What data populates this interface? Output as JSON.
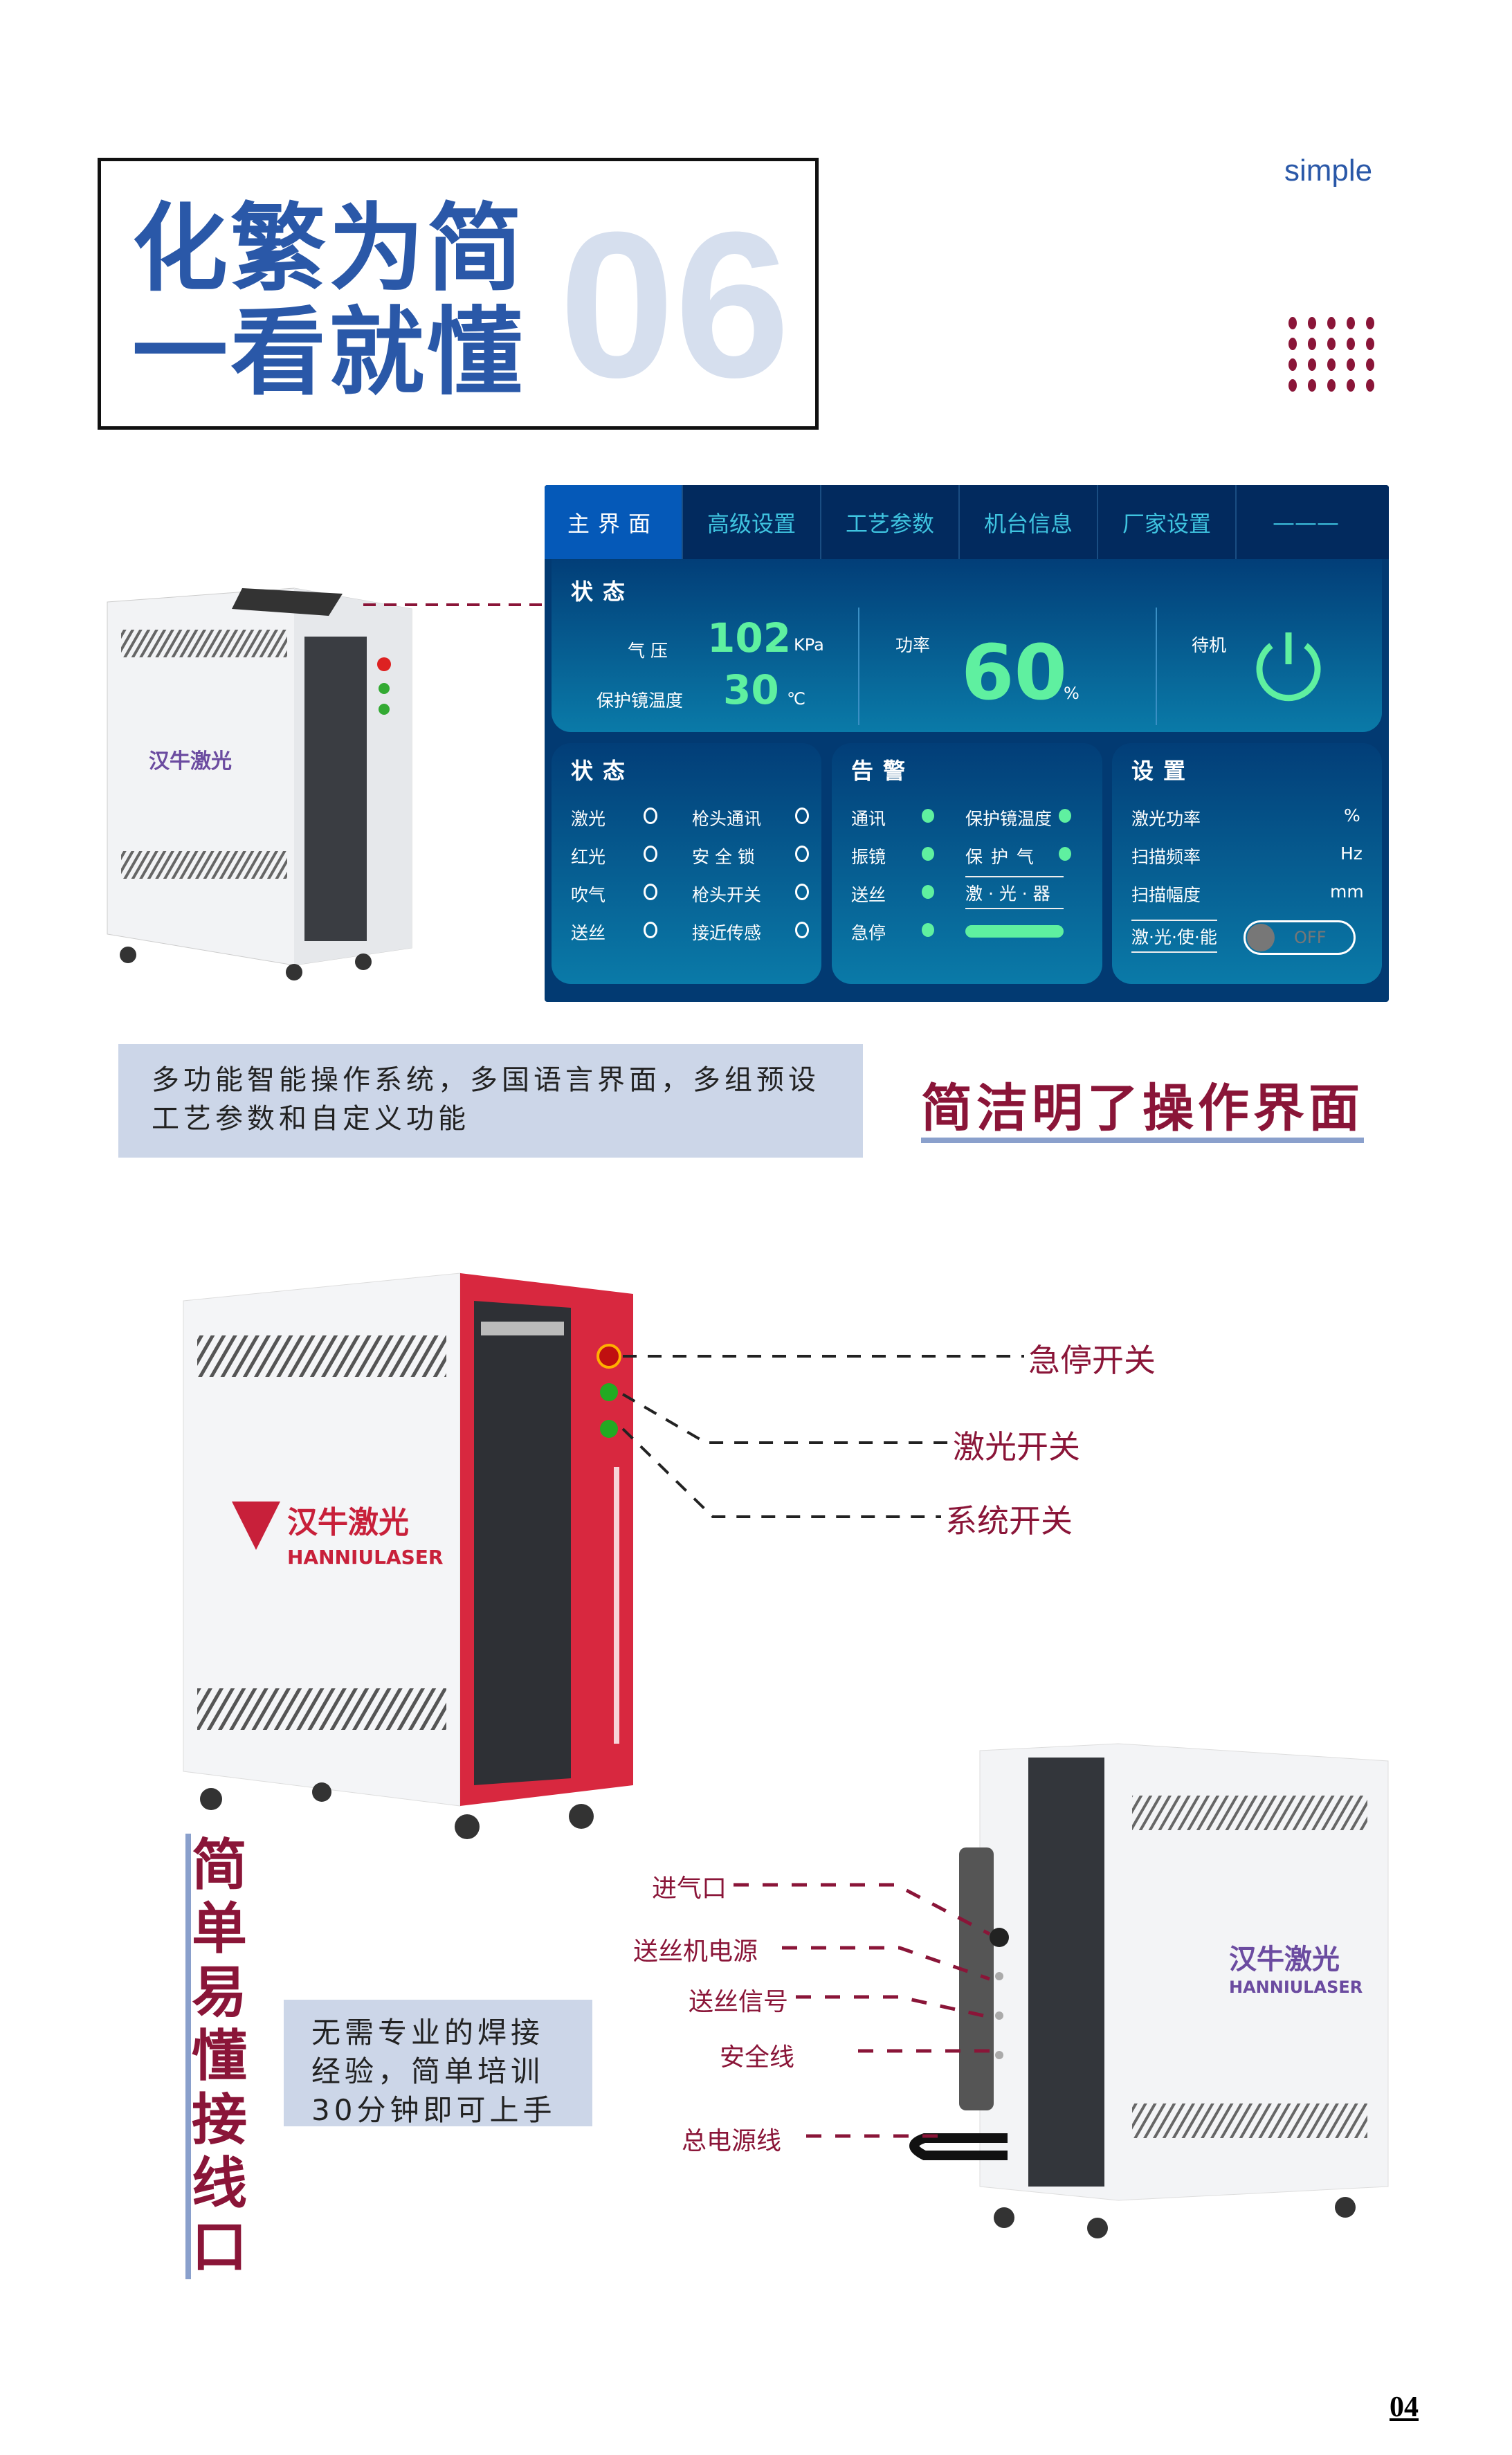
{
  "header": {
    "title_line1": "化繁为简",
    "title_line2": "一看就懂",
    "section_number": "06",
    "tag": "simple"
  },
  "ui_panel": {
    "tabs": [
      {
        "label": "主界面",
        "active": true
      },
      {
        "label": "高级设置"
      },
      {
        "label": "工艺参数"
      },
      {
        "label": "机台信息"
      },
      {
        "label": "厂家设置"
      },
      {
        "label": "———"
      }
    ],
    "status_top": {
      "heading": "状态",
      "pressure_label": "气 压",
      "pressure_value": "102",
      "pressure_unit": "KPa",
      "temp_label": "保护镜温度",
      "temp_value": "30",
      "temp_unit": "℃",
      "power_label": "功率",
      "power_value": "60",
      "power_unit": "%",
      "standby_label": "待机",
      "power_icon": "power-icon"
    },
    "status": {
      "heading": "状态",
      "items": [
        {
          "label": "激光"
        },
        {
          "label": "红光"
        },
        {
          "label": "吹气"
        },
        {
          "label": "送丝"
        },
        {
          "label": "枪头通讯"
        },
        {
          "label": "安 全 锁"
        },
        {
          "label": "枪头开关"
        },
        {
          "label": "接近传感"
        }
      ]
    },
    "alarm": {
      "heading": "告警",
      "items": [
        {
          "label": "通讯"
        },
        {
          "label": "振镜"
        },
        {
          "label": "送丝"
        },
        {
          "label": "急停"
        },
        {
          "label": "保护镜温度"
        },
        {
          "label": "保 护 气"
        }
      ],
      "laser_label": "激 · 光 · 器"
    },
    "settings": {
      "heading": "设置",
      "items": [
        {
          "label": "激光功率",
          "unit": "%"
        },
        {
          "label": "扫描频率",
          "unit": "Hz"
        },
        {
          "label": "扫描幅度",
          "unit": "mm"
        }
      ],
      "enable_label": "激·光·使·能",
      "toggle_state": "OFF"
    },
    "colors": {
      "panel": "#023a72",
      "accent": "#5ff0a0",
      "tab_active": "#0559b8"
    }
  },
  "caption": "多功能智能操作系统，多国语言界面，多组预设工艺参数和自定义功能",
  "headline": "简洁明了操作界面",
  "front_labels": [
    "急停开关",
    "激光开关",
    "系统开关"
  ],
  "brand": {
    "name_cn": "汉牛激光",
    "name_en": "HANNIULASER"
  },
  "vertical_title": "简单易懂接线口",
  "note": "无需专业的焊接经验，简单培训30分钟即可上手",
  "wiring_labels": [
    "进气口",
    "送丝机电源",
    "送丝信号",
    "安全线",
    "总电源线"
  ],
  "page_number": "04"
}
